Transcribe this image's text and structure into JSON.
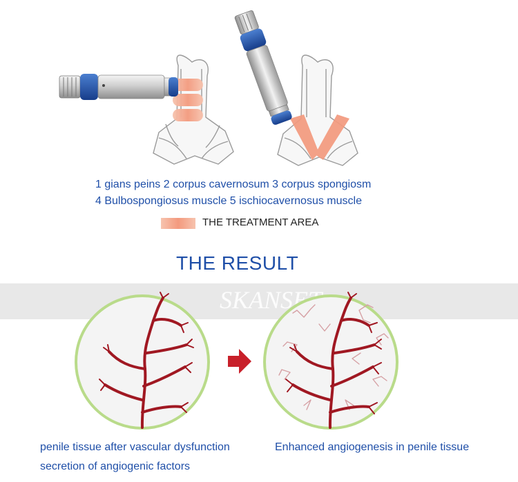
{
  "anatomy_caption": {
    "line1": "1 gians peins 2 corpus cavernosum 3 corpus spongiosm",
    "line2": "4 Bulbospongiosus muscle  5 ischiocavernosus muscle"
  },
  "legend": {
    "label": "THE TREATMENT AREA",
    "swatch_color": "#f2a48c"
  },
  "result_title": "THE RESULT",
  "watermark": "SKANSET",
  "left_caption": {
    "line1": "penile tissue after vascular dysfunction",
    "line2": "secretion of angiogenic factors"
  },
  "right_caption": "Enhanced angiogenesis in penile tissue",
  "colors": {
    "text_blue": "#1f4fa8",
    "vessel_red": "#a01822",
    "circle_ring": "#b9db8a",
    "arrow_red": "#c8202a",
    "treatment": "#f2a48c"
  }
}
